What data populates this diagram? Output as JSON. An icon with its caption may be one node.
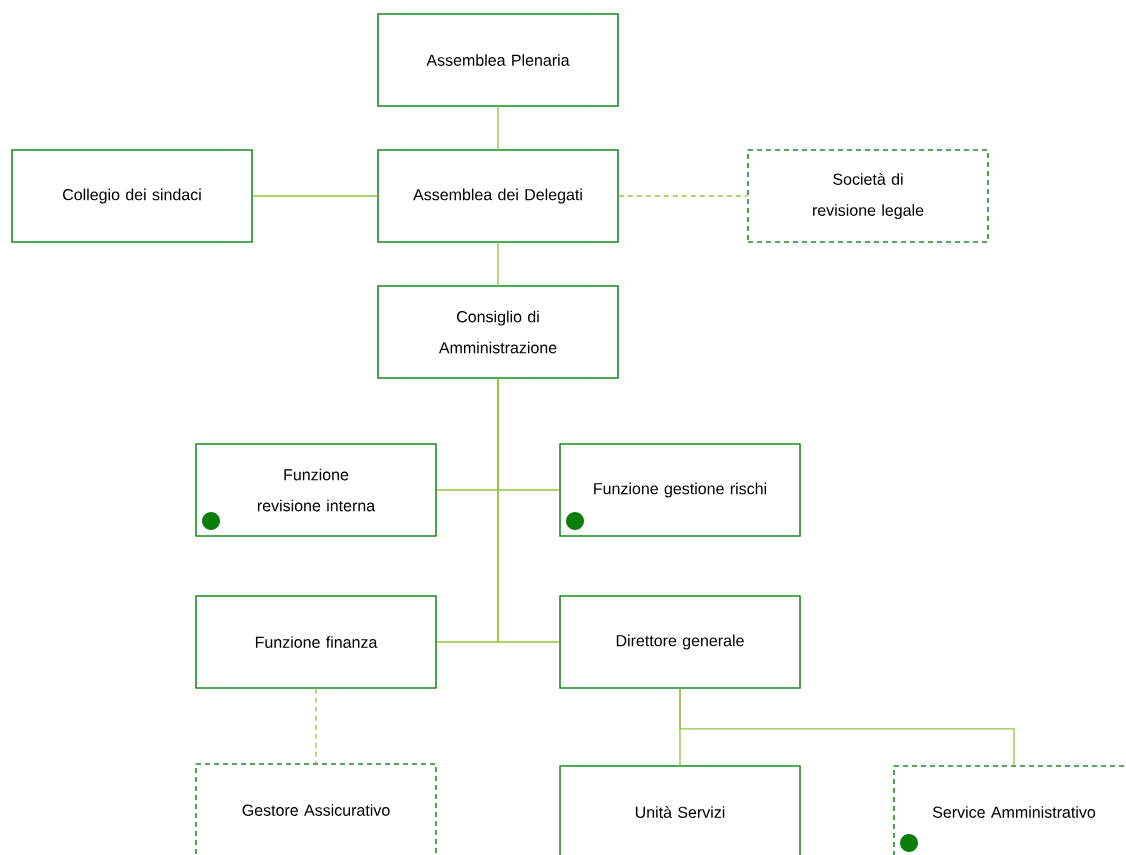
{
  "diagram": {
    "nodes": [
      {
        "text": [
          "Assemblea Plenaria"
        ]
      },
      {
        "text": [
          "Collegio dei sindaci"
        ]
      },
      {
        "text": [
          "Assemblea dei Delegati"
        ]
      },
      {
        "text": [
          "Società di revisione legale"
        ]
      },
      {
        "text": [
          "Consiglio di Amministrazione"
        ]
      },
      {
        "text": [
          "Funzione revisione interna"
        ]
      },
      {
        "text": [],
        "shape": "circle",
        "in": 5
      },
      {
        "text": [
          "Funzione gestione rischi"
        ]
      },
      {
        "text": [],
        "shape": "circle",
        "in": 7
      },
      {
        "text": [
          "Funzione finanza"
        ]
      },
      {
        "text": [
          "Direttore generale"
        ]
      },
      {
        "text": [
          "Gestore Assicurativo"
        ]
      },
      {
        "text": [
          "Unità Servizi"
        ]
      },
      {
        "text": [
          "Service Amministrativo"
        ]
      },
      {
        "text": [],
        "shape": "circle",
        "in": 13
      }
    ],
    "edges": [
      {
        "from": 0,
        "to": 2,
        "arrow": "none"
      },
      {
        "from": 1,
        "to": 2,
        "arrow": "none"
      },
      {
        "from": 2,
        "to": 3,
        "arrow": "none",
        "style": "dashed"
      },
      {
        "from": 2,
        "to": 4,
        "arrow": "none"
      },
      {
        "from": 4,
        "to": 5,
        "arrow": "none"
      },
      {
        "from": 4,
        "to": 7,
        "arrow": "none"
      },
      {
        "from": 4,
        "to": 9,
        "arrow": "none"
      },
      {
        "from": 4,
        "to": 10,
        "arrow": "none"
      },
      {
        "from": 9,
        "to": 11,
        "arrow": "none",
        "style": "dashed"
      },
      {
        "from": 10,
        "to": 12,
        "arrow": "none"
      },
      {
        "from": 10,
        "to": 13,
        "arrow": "none"
      }
    ]
  }
}
